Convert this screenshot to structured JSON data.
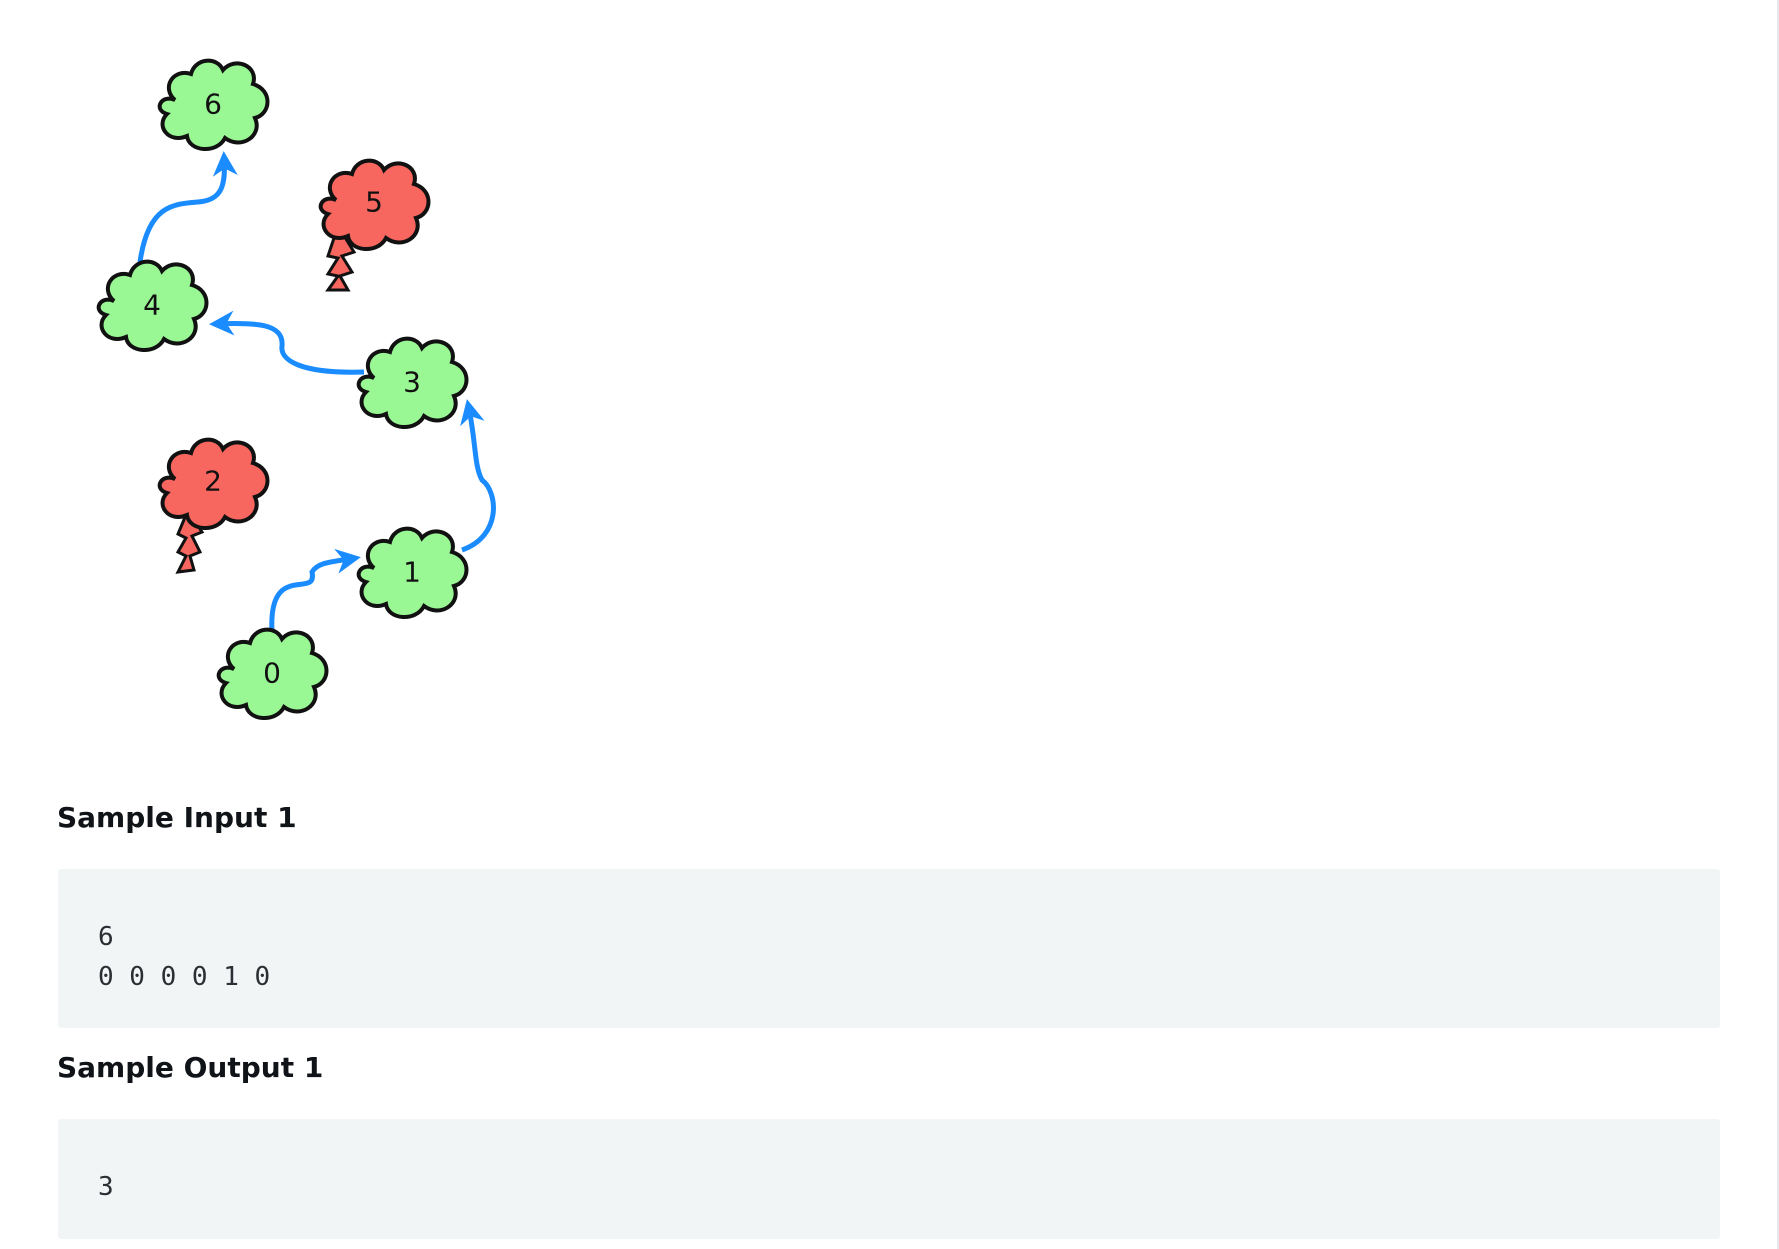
{
  "diagram": {
    "nodes": [
      {
        "id": "0",
        "label": "0",
        "status": "safe",
        "color": "#99f794"
      },
      {
        "id": "1",
        "label": "1",
        "status": "safe",
        "color": "#99f794"
      },
      {
        "id": "2",
        "label": "2",
        "status": "struck",
        "color": "#f7665f"
      },
      {
        "id": "3",
        "label": "3",
        "status": "safe",
        "color": "#99f794"
      },
      {
        "id": "4",
        "label": "4",
        "status": "safe",
        "color": "#99f794"
      },
      {
        "id": "5",
        "label": "5",
        "status": "struck",
        "color": "#f7665f"
      },
      {
        "id": "6",
        "label": "6",
        "status": "safe",
        "color": "#99f794"
      }
    ],
    "edges": [
      {
        "from": "0",
        "to": "1"
      },
      {
        "from": "1",
        "to": "3"
      },
      {
        "from": "3",
        "to": "4"
      },
      {
        "from": "4",
        "to": "6"
      }
    ],
    "icons": [
      "cloud-icon",
      "lightning-bolt-icon",
      "arrow-icon"
    ],
    "arrow_color": "#1a8cff"
  },
  "samples": [
    {
      "heading": "Sample Input 1",
      "content": "6\n0 0 0 0 1 0"
    },
    {
      "heading": "Sample Output 1",
      "content": "3"
    }
  ]
}
